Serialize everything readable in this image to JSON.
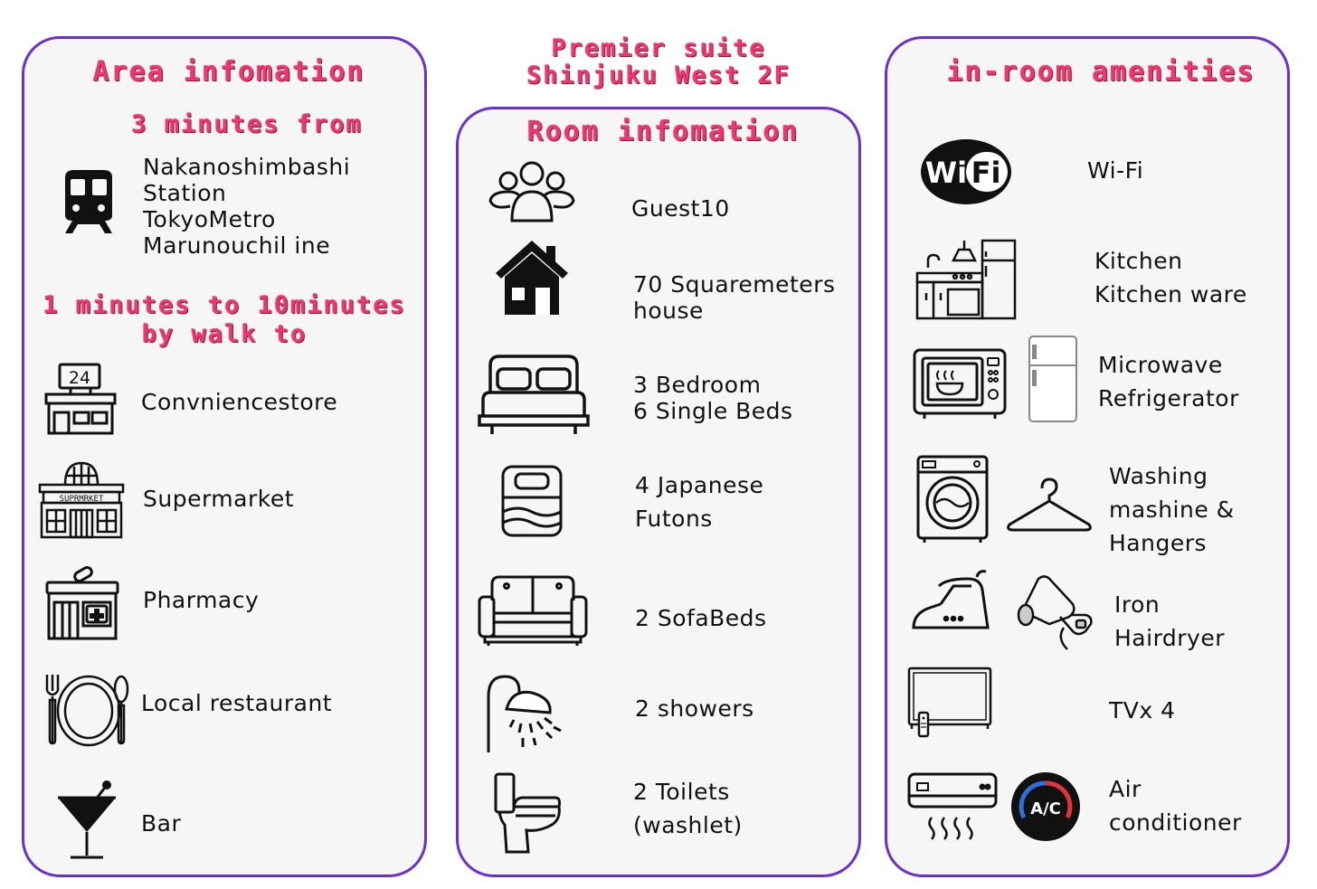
{
  "title": {
    "line1": "Premier suite",
    "line2": "Shinjuku West 2F"
  },
  "area": {
    "heading": "Area infomation",
    "station_heading": "3 minutes from",
    "station": "Nakanoshimbashi\nStation\nTokyoMetro\nMarunouchil ine",
    "walk_heading_1": "1 minutes to 10minutes",
    "walk_heading_2": "by walk to",
    "items": [
      {
        "label": "Convniencestore",
        "icon": "convenience-store-icon",
        "sign": "24"
      },
      {
        "label": "Supermarket",
        "icon": "supermarket-icon",
        "sign": "SUPRMRKET"
      },
      {
        "label": "Pharmacy",
        "icon": "pharmacy-icon"
      },
      {
        "label": "Local restaurant",
        "icon": "restaurant-icon"
      },
      {
        "label": "Bar",
        "icon": "cocktail-icon"
      }
    ]
  },
  "room": {
    "heading": "Room infomation",
    "items": [
      {
        "label": "Guest10",
        "icon": "guests-icon"
      },
      {
        "label": "70 Squaremeters\n house",
        "icon": "house-icon"
      },
      {
        "label": "3 Bedroom\n6 Single Beds",
        "icon": "bed-icon"
      },
      {
        "label": "4 Japanese\nFutons",
        "icon": "futon-icon"
      },
      {
        "label": "2 SofaBeds",
        "icon": "sofa-icon"
      },
      {
        "label": "2 showers",
        "icon": "shower-icon"
      },
      {
        "label": "2 Toilets\n(washlet)",
        "icon": "toilet-icon"
      }
    ]
  },
  "amenities": {
    "heading": "in-room amenities",
    "wifi_logo": {
      "left": "Wi",
      "right": "Fi"
    },
    "ac_badge": "A/C",
    "items": [
      {
        "label": "Wi-Fi",
        "icon": "wifi-icon"
      },
      {
        "label": "Kitchen\nKitchen ware",
        "icon": "kitchen-icon"
      },
      {
        "label": "Microwave\nRefrigerator",
        "icon": "microwave-icon"
      },
      {
        "label": "Washing\nmashine &\nHangers",
        "icon": "washing-machine-icon"
      },
      {
        "label": "Iron\nHairdryer",
        "icon": "iron-icon"
      },
      {
        "label": "TVx 4",
        "icon": "tv-icon"
      },
      {
        "label": "Air\nconditioner",
        "icon": "air-conditioner-icon"
      }
    ]
  },
  "colors": {
    "heading": "#f0366e",
    "border": "#6a2fd1",
    "panel": "#f6f6f6",
    "ac_ring_red": "#e0343a",
    "ac_ring_blue": "#2f6fd6"
  }
}
